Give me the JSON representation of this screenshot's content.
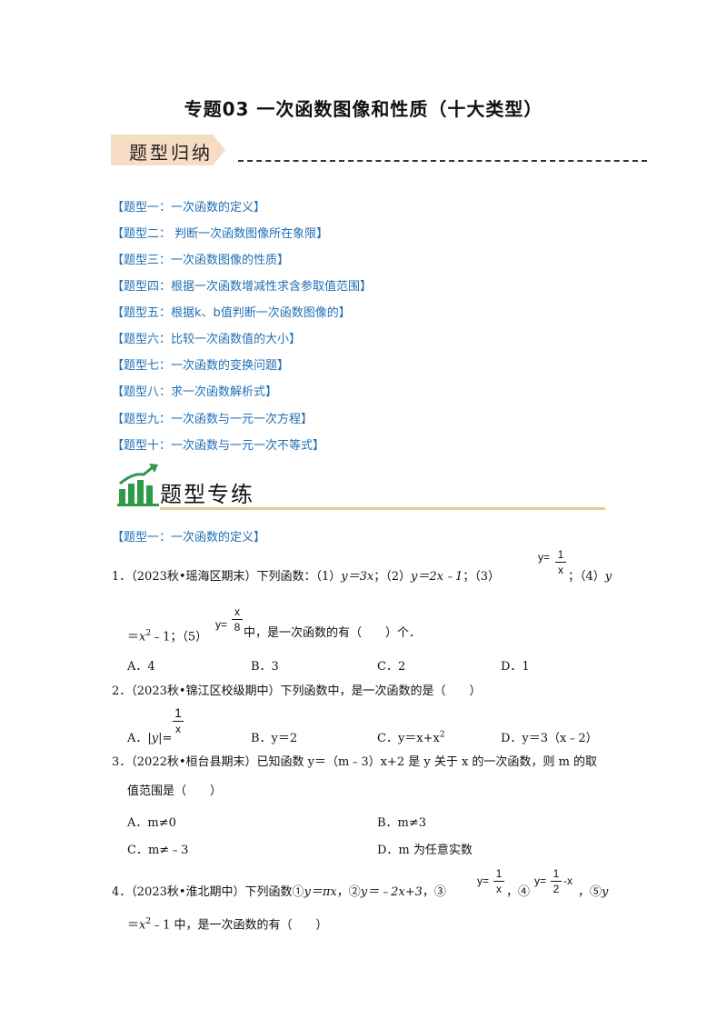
{
  "title": "专题03 一次函数图像和性质（十大类型）",
  "banner_label": "题型归纳",
  "toc": [
    "【题型一：一次函数的定义】",
    "【题型二： 判断一次函数图像所在象限】",
    "【题型三：一次函数图像的性质】",
    "【题型四：根据一次函数增减性求含参取值范围】",
    "【题型五：根据k、b值判断一次函数图像的】",
    "【题型六：比较一次函数值的大小】",
    "【题型七：一次函数的变换问题】",
    "【题型八：求一次函数解析式】",
    "【题型九：一次函数与一元一次方程】",
    "【题型十：一次函数与一元一次不等式】"
  ],
  "section_label": "题型专练",
  "section1_heading": "【题型一：一次函数的定义】",
  "q1": {
    "line1a": "1．（2023秋•瑶海区期末）下列函数：（1）",
    "f1": "y＝3x",
    "s1": "；（2）",
    "f2": "y＝2x﹣1",
    "s2": "；（3）",
    "frac_prefix": "y=",
    "frac_num": "1",
    "frac_den": "x",
    "s3": "；（4）",
    "f4": "y",
    "line2a": "＝",
    "x2": "x",
    "sup2": "2",
    "line2b": "﹣1；（5）",
    "frac2_prefix": "y=",
    "frac2_num": "x",
    "frac2_den": "8",
    "line2c": "中，是一次函数的有（　　）个．",
    "options": [
      "A．4",
      "B．3",
      "C．2",
      "D．1"
    ]
  },
  "q2": {
    "line1": "2．（2023秋•锦江区校级期中）下列函数中，是一次函数的是（　　）",
    "optA_prefix": "A．",
    "optA_expr": "|y|=",
    "optA_num": "1",
    "optA_den": "x",
    "optB": "B．y＝2",
    "optC_prefix": "C．y＝x+x",
    "optC_sup": "2",
    "optD": "D．y＝3（x﹣2）"
  },
  "q3": {
    "line1": "3．（2022秋•桓台县期末）已知函数 y＝（m﹣3）x+2 是 y 关于 x 的一次函数，则 m 的取",
    "line2": "值范围是（　　）",
    "options": [
      "A．m≠0",
      "B．m≠3",
      "C．m≠﹣3",
      "D．m 为任意实数"
    ]
  },
  "q4": {
    "line1a": "4．（2023秋•淮北期中）下列函数①",
    "f1": "y＝πx",
    "s1": "，②",
    "f2": "y＝﹣2x+3",
    "s2": "，③",
    "frac_prefix": "y=",
    "frac_num": "1",
    "frac_den": "x",
    "s3": "，④",
    "frac2_prefix": "y=",
    "frac2_num": "1",
    "frac2_den": "2",
    "frac2_suffix": "-x",
    "s4": "，⑤",
    "f5": "y",
    "line2a": "＝",
    "x2": "x",
    "sup2": "2",
    "line2b": "﹣1 中，是一次函数的有（　　）"
  }
}
